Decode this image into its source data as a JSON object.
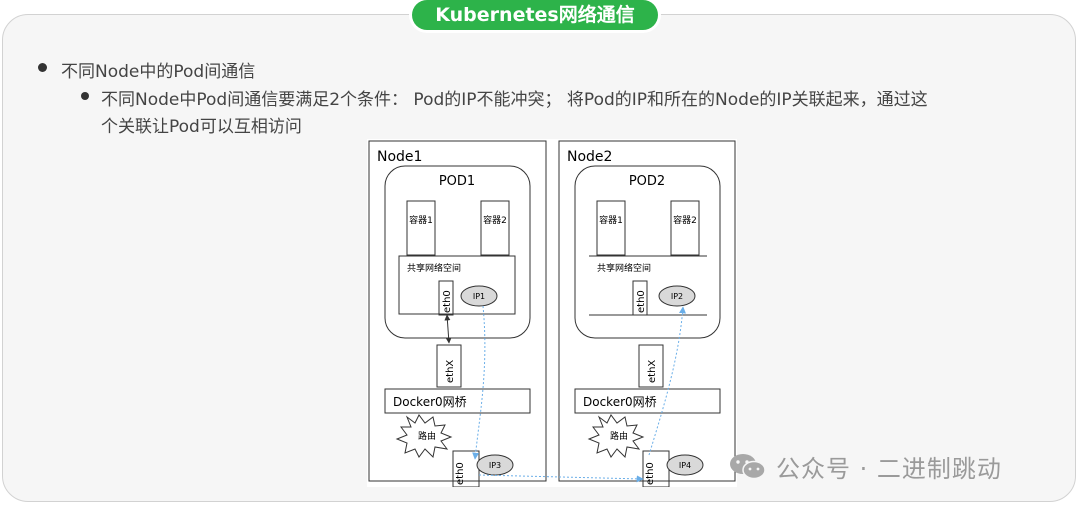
{
  "title": "Kubernetes网络通信",
  "bullets": {
    "level1": "不同Node中的Pod间通信",
    "level2_line1": "不同Node中Pod间通信要满足2个条件： Pod的IP不能冲突； 将Pod的IP和所在的Node的IP关联起来，通过这",
    "level2_line2": "个关联让Pod可以互相访问"
  },
  "diagram": {
    "node1": {
      "label": "Node1",
      "pod": "POD1",
      "container1": "容器1",
      "container2": "容器2",
      "shared_ns": "共享网络空间",
      "eth0": "eth0",
      "ip": "IP1",
      "ethx": "ethX",
      "bridge": "Docker0网桥",
      "router": "路由",
      "host_eth0": "eth0",
      "host_ip": "IP3"
    },
    "node2": {
      "label": "Node2",
      "pod": "POD2",
      "container1": "容器1",
      "container2": "容器2",
      "shared_ns": "共享网络空间",
      "eth0": "eth0",
      "ip": "IP2",
      "ethx": "ethX",
      "bridge": "Docker0网桥",
      "router": "路由",
      "host_eth0": "eth0",
      "host_ip": "IP4"
    }
  },
  "watermark": "公众号 · 二进制跳动",
  "colors": {
    "title_bg": "#2db34a",
    "flow_line": "#6aaee8",
    "ip_ellipse": "#d9d9d9"
  }
}
